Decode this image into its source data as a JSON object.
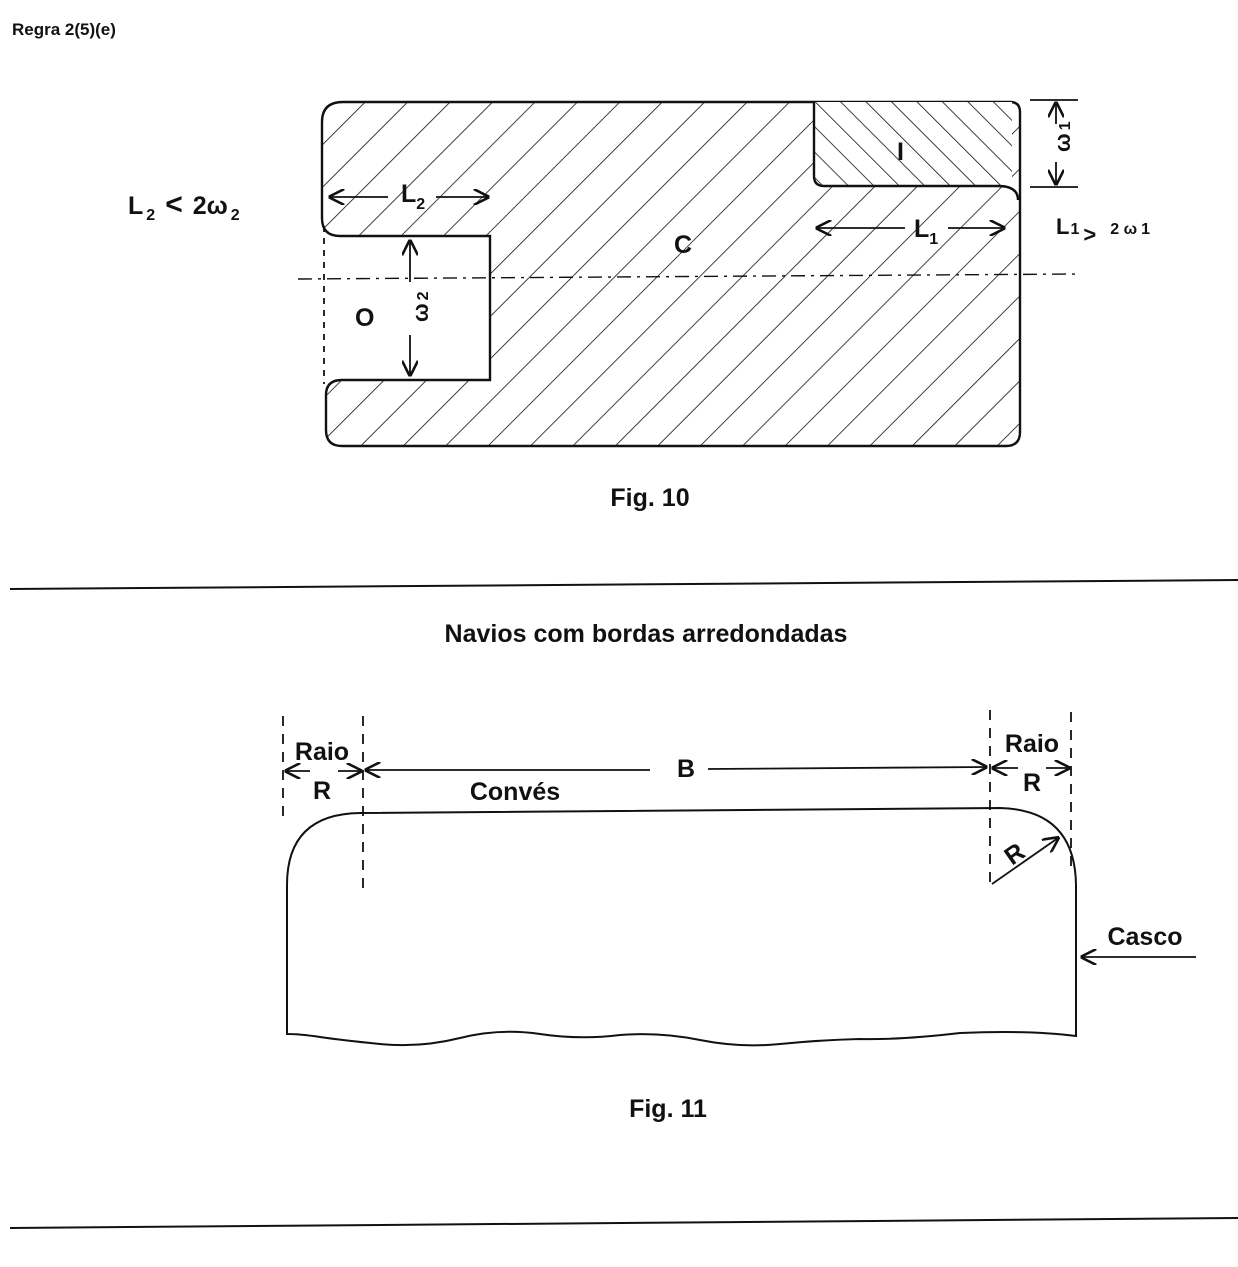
{
  "header": {
    "rule_ref": "Regra 2(5)(e)"
  },
  "fig10": {
    "caption": "Fig. 10",
    "regions": {
      "closed": "C",
      "open": "O",
      "inner": "I"
    },
    "left_condition": {
      "L": "L",
      "sub": "2",
      "rel": "<",
      "rhs": "2ω",
      "rhs_sub": "2"
    },
    "right_condition": {
      "L": "L",
      "sub": "1",
      "rel": ">",
      "rhs": "2 ω",
      "rhs_sub": "1"
    },
    "dims": {
      "L2": {
        "main": "L",
        "sub": "2"
      },
      "L1": {
        "main": "L",
        "sub": "1"
      },
      "w1": {
        "main": "ω",
        "sub": "1"
      },
      "w2": {
        "main": "ω",
        "sub": "2"
      }
    }
  },
  "section_title": "Navios com bordas arredondadas",
  "fig11": {
    "caption": "Fig. 11",
    "labels": {
      "raio_left": "Raio",
      "r_left": "R",
      "raio_right": "Raio",
      "r_right": "R",
      "breadth": "B",
      "deck": "Convés",
      "radius_diag": "R",
      "hull": "Casco"
    }
  }
}
